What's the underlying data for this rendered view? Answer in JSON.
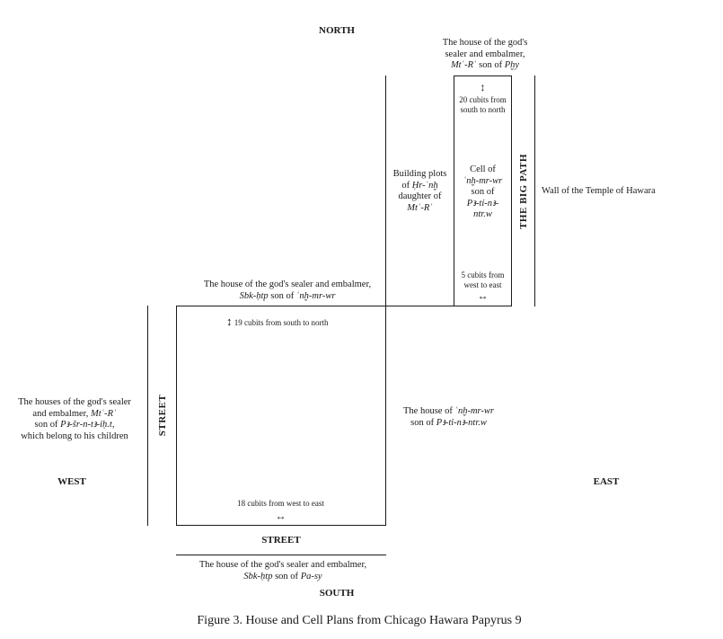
{
  "directions": {
    "north": "NORTH",
    "south": "SOUTH",
    "west": "WEST",
    "east": "EAST"
  },
  "streets": {
    "left": "STREET",
    "bottom": "STREET",
    "big_path": "THE BIG PATH"
  },
  "labels": {
    "top_right_house": {
      "line1": "The house of the god's",
      "line2": "sealer and embalmer,",
      "line3_name": "Mtʿ-Rʿ",
      "line3_son": " son of ",
      "line3_father": "Pḫy"
    },
    "cell_north": {
      "arrow": "↕",
      "line1": "20 cubits from",
      "line2": "south to north"
    },
    "cell_center": {
      "line1": "Cell of",
      "line2": "ʿnḫ-mr-wr",
      "line3": "son of",
      "line4": "Pꜣ-tỉ-nꜣ-",
      "line5": "ntr.w"
    },
    "cell_south": {
      "line1": "5 cubits from",
      "line2": "west to east",
      "arrow": "↔"
    },
    "building_plots": {
      "line1": "Building plots",
      "line2_pre": "of ",
      "line2_name": "Ḥr-ʿnḫ",
      "line3": "daughter of",
      "line4": "Mtʿ-Rʿ"
    },
    "temple_wall": "Wall of the Temple of Hawara",
    "north_house": {
      "line1": "The house of the god's sealer and embalmer,",
      "line2_name": "Sbk-ḥtp",
      "line2_son": " son of ",
      "line2_father": "ʿnḫ-mr-wr"
    },
    "house_north": {
      "arrow": "↕",
      "text": "19 cubits from south to north"
    },
    "house_south": {
      "text": "18 cubits from west to east",
      "arrow": "↔"
    },
    "west_houses": {
      "line1": "The houses of the god's sealer",
      "line2_pre": "and embalmer, ",
      "line2_name": "Mtʿ-Rʿ",
      "line3_pre": "son of ",
      "line3_name": "Pꜣ-šr-n-tꜣ-ỉḥ.t",
      "line3_post": ",",
      "line4": "which belong to his children"
    },
    "east_house": {
      "line1_pre": "The house of ",
      "line1_name": "ʿnḫ-mr-wr",
      "line2_pre": "son of ",
      "line2_name": "Pꜣ-tỉ-nꜣ-ntr.w"
    },
    "south_house": {
      "line1": "The house of the god's sealer and embalmer,",
      "line2_name": "Sbk-ḥtp",
      "line2_son": " son of ",
      "line2_father": "Pa-sy"
    }
  },
  "caption": "Figure 3. House and Cell Plans from Chicago Hawara Papyrus 9"
}
